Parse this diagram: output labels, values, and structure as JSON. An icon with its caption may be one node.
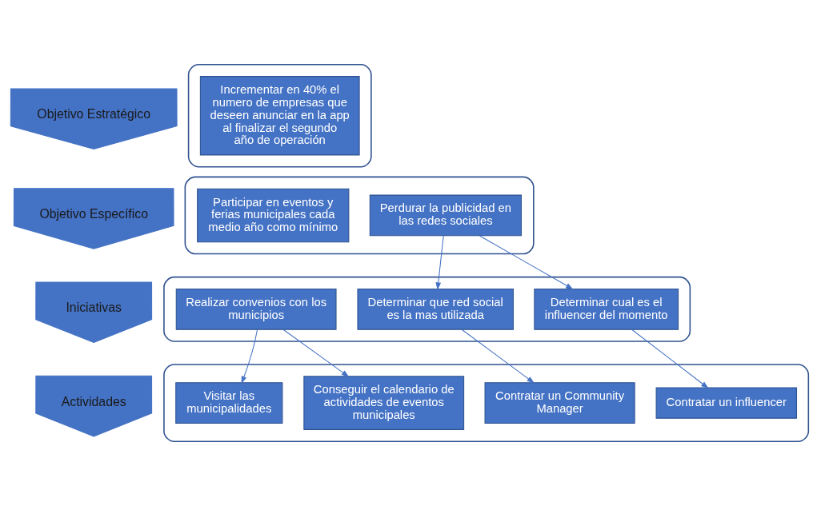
{
  "diagram": {
    "nodes": [
      {
        "text": [
          "Objetivo Estratégico"
        ]
      },
      {
        "text": [],
        "shape": "box"
      },
      {
        "text": [
          "Incrementar en 40% el numero de empresas que deseen anunciar en la app al finalizar el segundo año de operación"
        ],
        "in": 1
      },
      {
        "text": [
          "Objetivo Específico"
        ]
      },
      {
        "text": [],
        "shape": "box"
      },
      {
        "text": [
          "Participar en eventos y ferias municipales cada medio año como mínimo"
        ],
        "in": 4
      },
      {
        "text": [
          "Perdurar la publicidad en las redes sociales"
        ],
        "in": 4
      },
      {
        "text": [
          "Iniciativas"
        ]
      },
      {
        "text": [],
        "shape": "box"
      },
      {
        "text": [
          "Realizar convenios con los municipios"
        ],
        "in": 8
      },
      {
        "text": [
          "Determinar que red social es la mas utilizada"
        ],
        "in": 8
      },
      {
        "text": [
          "Determinar cual es el influencer del momento"
        ],
        "in": 8
      },
      {
        "text": [
          "Actividades"
        ]
      },
      {
        "text": [],
        "shape": "box"
      },
      {
        "text": [
          "Visitar las municipalidades"
        ],
        "in": 13
      },
      {
        "text": [
          "Conseguir el calendario de actividades de eventos municipales"
        ],
        "in": 13
      },
      {
        "text": [
          "Contratar un Community Manager"
        ],
        "in": 13
      },
      {
        "text": [
          "Contratar un influencer"
        ],
        "in": 13
      }
    ],
    "edges": [
      {
        "from": 6,
        "to": 10,
        "arrow": "to"
      },
      {
        "from": 6,
        "to": 11,
        "arrow": "to"
      },
      {
        "from": 9,
        "to": 14,
        "arrow": "to"
      },
      {
        "from": 9,
        "to": 15,
        "arrow": "to"
      },
      {
        "from": 10,
        "to": 16,
        "arrow": "to"
      },
      {
        "from": 11,
        "to": 17,
        "arrow": "to"
      }
    ]
  }
}
